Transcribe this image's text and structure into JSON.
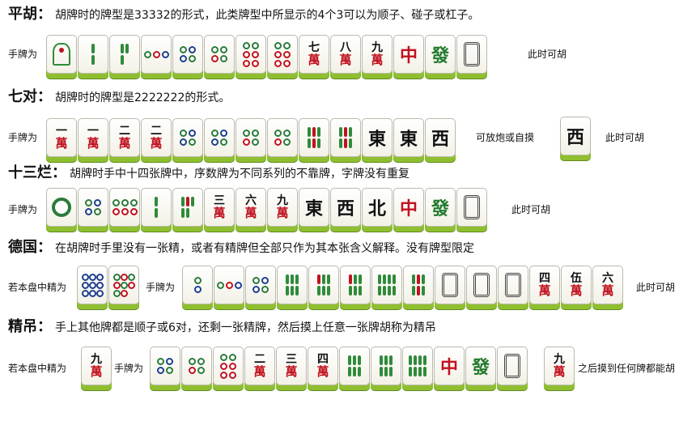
{
  "sections": [
    {
      "title": "平胡：",
      "desc": "胡牌时的牌型是33332的形式，此类牌型中所显示的4个3可以为顺子、碰子或杠子。",
      "hand_label": "手牌为",
      "win_label": "此时可胡"
    },
    {
      "title": "七对：",
      "desc": "胡牌时的牌型是2222222的形式。",
      "hand_label": "手牌为",
      "middle_label": "可放炮或自摸",
      "win_label": "此时可胡"
    },
    {
      "title": "十三烂：",
      "desc": "胡牌时手中十四张牌中，序数牌为不同系列的不靠牌，字牌没有重复",
      "hand_label": "手牌为",
      "win_label": "此时可胡"
    },
    {
      "title": "德国：",
      "desc": "在胡牌时手里没有一张精，或者有精牌但全部只作为其本张含义解释。没有牌型限定",
      "jing_label": "若本盘中精为",
      "hand_label": "手牌为",
      "win_label": "此时可胡"
    },
    {
      "title": "精吊：",
      "desc": "手上其他牌都是顺子或6对，还剩一张精牌，然后摸上任意一张牌胡称为精吊",
      "jing_label": "若本盘中精为",
      "hand_label": "手牌为",
      "win_label": "之后摸到任何牌都能胡"
    }
  ],
  "tiles_text": {
    "one_wan_num": "一",
    "two_wan_num": "二",
    "three_wan_num": "三",
    "four_wan_num": "四",
    "five_wan_num": "伍",
    "six_wan_num": "六",
    "seven_wan_num": "七",
    "eight_wan_num": "八",
    "nine_wan_num": "九",
    "wan": "萬",
    "east": "東",
    "west": "西",
    "north": "北",
    "zhong": "中",
    "fa": "發"
  }
}
